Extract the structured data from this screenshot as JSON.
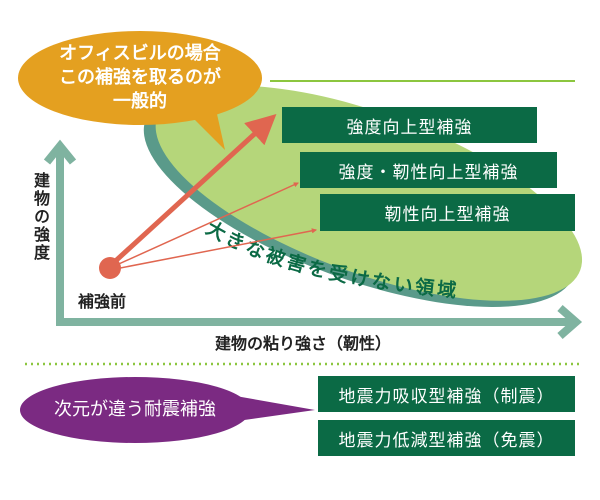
{
  "colors": {
    "box": "#0b6a45",
    "ellipse": "#b5d67a",
    "axis": "#7fb3a0",
    "arrow": "#e06650",
    "orange": "#e4a020",
    "purple": "#7b2a82"
  },
  "bubble_top": {
    "lines": [
      "オフィスビルの場合",
      "この補強を取るのが",
      "一般的"
    ]
  },
  "y_axis_label": "建物の強度",
  "x_axis_label": "建物の粘り強さ（靭性）",
  "origin_label": "補強前",
  "region_label": "大きな被害を受けない領域",
  "boxes": [
    "強度向上型補強",
    "強度・靭性向上型補強",
    "靭性向上型補強"
  ],
  "bubble_bottom": "次元が違う耐震補強",
  "bottom_boxes": [
    "地震力吸収型補強（制震）",
    "地震力低減型補強（免震）"
  ]
}
